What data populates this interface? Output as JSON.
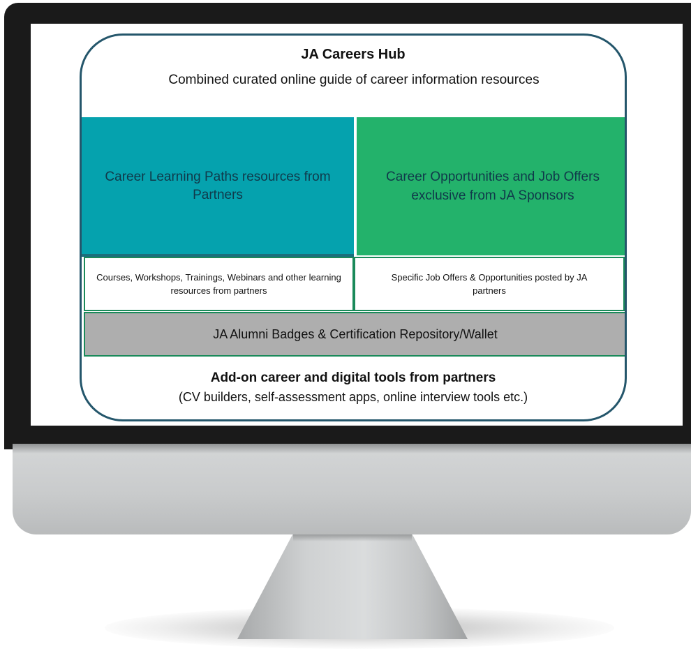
{
  "hub": {
    "title": "JA Careers Hub",
    "subtitle": "Combined curated online guide of career information resources"
  },
  "sections": {
    "learning_paths": "Career  Learning  Paths resources from Partners",
    "opportunities": "Career Opportunities and Job Offers exclusive from JA Sponsors",
    "learning_resources": "Courses, Workshops, Trainings, Webinars and other learning resources from partners",
    "job_offers": "Specific  Job Offers  & Opportunities posted by JA partners",
    "badges": "JA Alumni Badges & Certification Repository/Wallet"
  },
  "addons": {
    "title": "Add-on career and digital tools from partners",
    "subtitle": "(CV builders, self-assessment apps, online interview tools etc.)"
  },
  "colors": {
    "teal": "#05a2ae",
    "green": "#23b26b",
    "gray_bar": "#aeaeae",
    "border": "#24566b"
  }
}
